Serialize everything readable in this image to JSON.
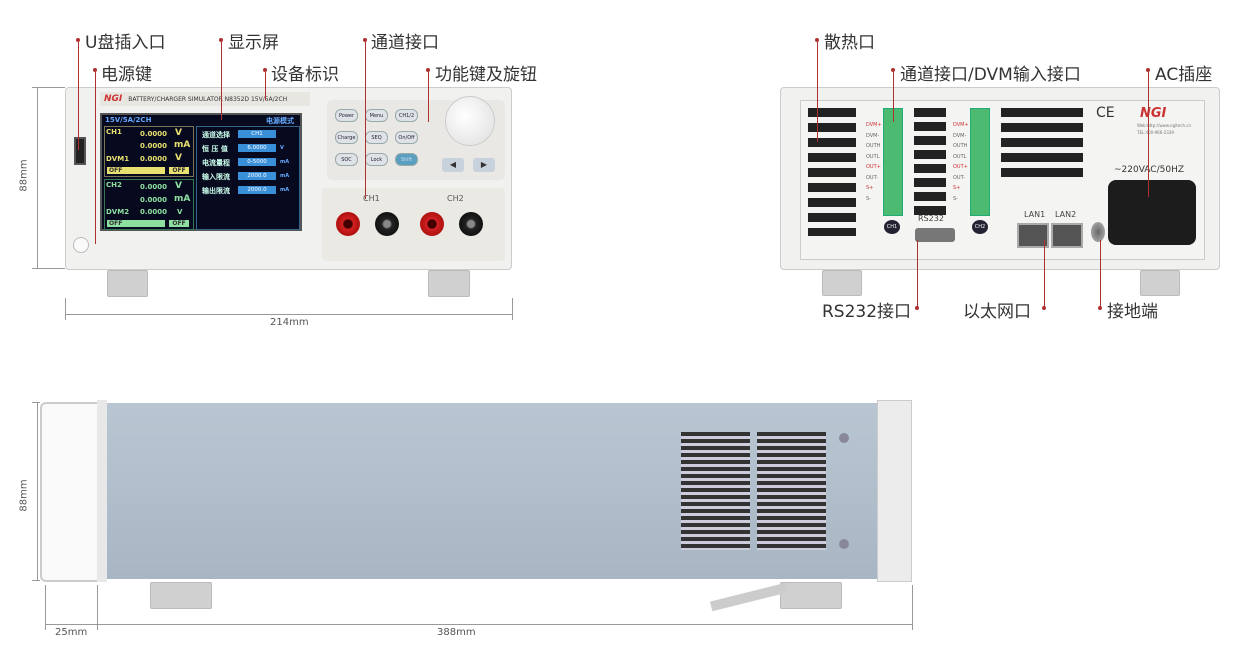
{
  "labels": {
    "usb_port": "U盘插入口",
    "power_key": "电源键",
    "display": "显示屏",
    "device_id": "设备标识",
    "channel_interface": "通道接口",
    "function_keys_knob": "功能键及旋钮",
    "heat_vent": "散热口",
    "channel_dvm_interface": "通道接口/DVM输入接口",
    "ac_socket": "AC插座",
    "rs232_port": "RS232接口",
    "ethernet_port": "以太网口",
    "ground_terminal": "接地端"
  },
  "dimensions": {
    "front_height": "88mm",
    "front_width": "214mm",
    "side_height": "88mm",
    "handle_depth": "25mm",
    "side_depth": "388mm"
  },
  "front": {
    "brand": "NGI",
    "model_text": "BATTERY/CHARGER SIMULATOR  N8352D 15V/5A/2CH",
    "screen": {
      "title": "15V/5A/2CH",
      "mode": "电源模式",
      "ch1": {
        "name": "CH1",
        "v": "0.0000",
        "v_unit": "V",
        "i": "0.0000",
        "i_unit": "mA",
        "dvm": "DVM1",
        "dvm_v": "0.0000",
        "dvm_unit": "V",
        "state1": "OFF",
        "state2": "OFF"
      },
      "ch2": {
        "name": "CH2",
        "v": "0.0000",
        "v_unit": "V",
        "i": "0.0000",
        "i_unit": "mA",
        "dvm": "DVM2",
        "dvm_v": "0.0000",
        "dvm_unit": "V",
        "state1": "OFF",
        "state2": "OFF"
      },
      "settings": [
        {
          "label": "通道选择",
          "value": "CH1",
          "unit": ""
        },
        {
          "label": "恒 压 值",
          "value": "6.0000",
          "unit": "V"
        },
        {
          "label": "电流量程",
          "value": "0-5000",
          "unit": "mA"
        },
        {
          "label": "输入限流",
          "value": "2000.0",
          "unit": "mA"
        },
        {
          "label": "输出限流",
          "value": "2000.0",
          "unit": "mA"
        }
      ]
    },
    "buttons": [
      "Power",
      "Menu",
      "CH1/2",
      "Charge",
      "SEQ",
      "On/Off",
      "SOC",
      "Lock",
      "Shift"
    ],
    "channels": [
      "CH1",
      "CH2"
    ]
  },
  "rear": {
    "pins": [
      "DVM+",
      "DVM-",
      "OUTH",
      "OUTL",
      "OUT+",
      "OUT-",
      "S+",
      "S-"
    ],
    "ch1": "CH1",
    "ch2": "CH2",
    "rs232": "RS232",
    "lan1": "LAN1",
    "lan2": "LAN2",
    "ac": "~220VAC/50HZ",
    "ce": "CE",
    "brand": "NGI",
    "web": "Web:http://www.ngitech.cn",
    "tel": "TEL:400-966-2339"
  }
}
